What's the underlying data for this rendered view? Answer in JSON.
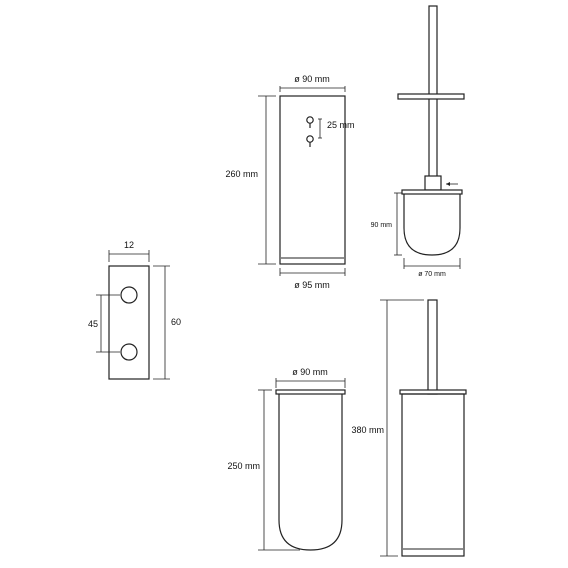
{
  "dimensions": {
    "holder_diameter": "ø 90 mm",
    "holder_height": "260 mm",
    "keyhole_spacing": "25 mm",
    "base_diameter": "ø 95 mm",
    "brush_head_height": "90 mm",
    "brush_head_diameter": "ø 70 mm",
    "bracket_width": "12",
    "bracket_hole_spacing": "45",
    "bracket_height": "60",
    "insert_diameter": "ø 90 mm",
    "insert_height": "250 mm",
    "assembly_height": "380 mm"
  }
}
